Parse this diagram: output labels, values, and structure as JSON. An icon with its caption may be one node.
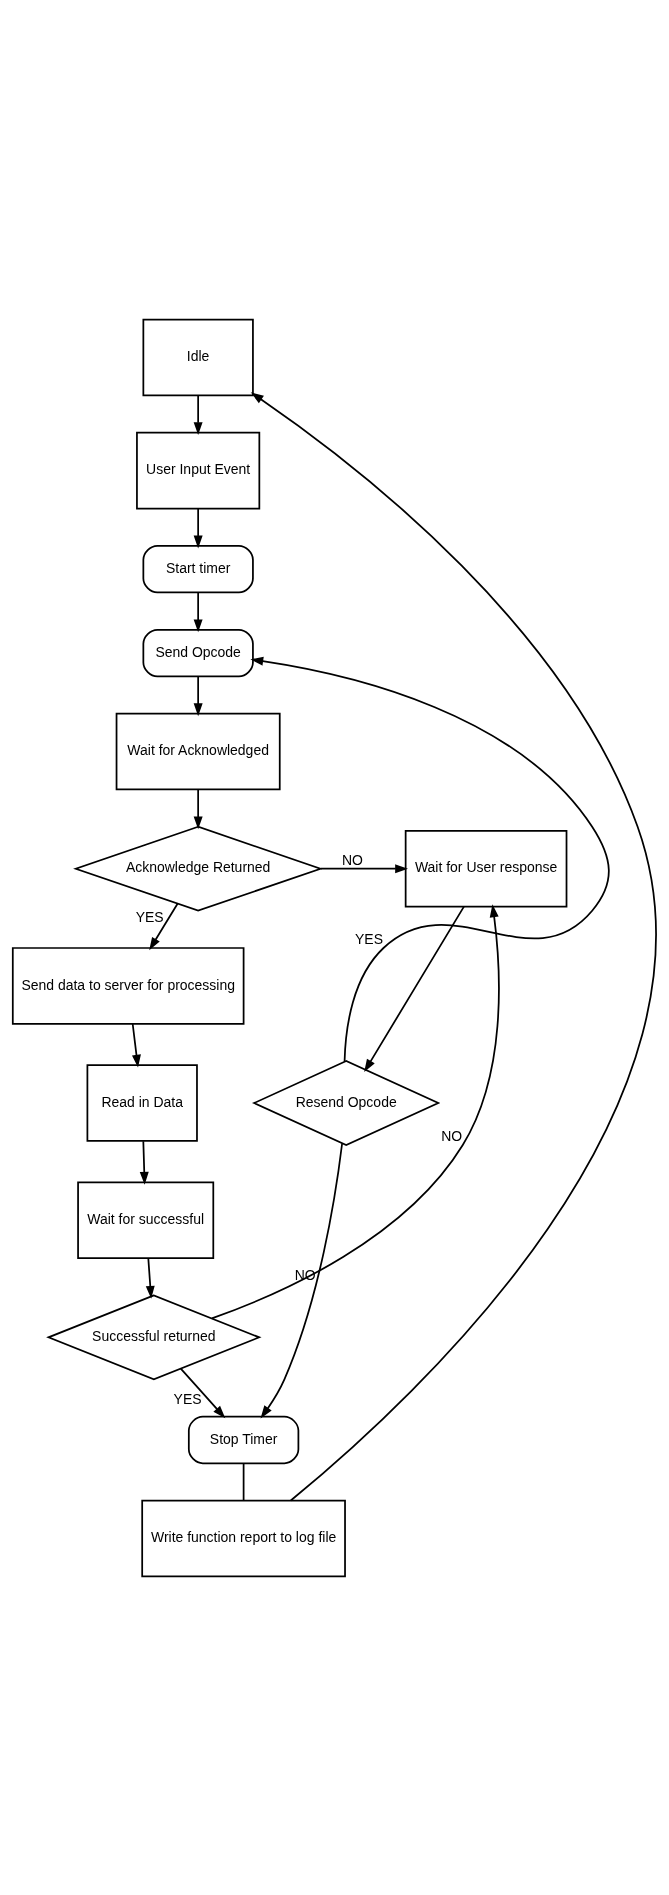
{
  "diagram": {
    "nodes": [
      {
        "text": [
          "Idle"
        ]
      },
      {
        "text": [
          "User Input Event"
        ]
      },
      {
        "text": [
          "Start timer"
        ]
      },
      {
        "text": [
          "Send Opcode"
        ]
      },
      {
        "text": [
          "Wait for Acknowledged"
        ]
      },
      {
        "text": [
          "Acknowledge Returned"
        ]
      },
      {
        "text": [
          "Wait for User response"
        ]
      },
      {
        "text": [
          "Resend Opcode"
        ]
      },
      {
        "text": [
          "Send data to server for processing"
        ]
      },
      {
        "text": [
          "Read in Data"
        ]
      },
      {
        "text": [
          "Wait for successful"
        ]
      },
      {
        "text": [
          "Successful returned"
        ]
      },
      {
        "text": [
          "Stop Timer"
        ]
      },
      {
        "text": [
          "Write function report to log file"
        ]
      }
    ],
    "edges": [
      {
        "from": 0,
        "to": 1,
        "arrow": "to"
      },
      {
        "from": 1,
        "to": 2,
        "arrow": "to"
      },
      {
        "from": 2,
        "to": 3,
        "arrow": "to"
      },
      {
        "from": 3,
        "to": 4,
        "arrow": "to"
      },
      {
        "from": 4,
        "to": 5,
        "arrow": "to"
      },
      {
        "from": 5,
        "to": 6,
        "arrow": "to",
        "label": "NO"
      },
      {
        "from": 5,
        "to": 8,
        "arrow": "to",
        "label": "YES"
      },
      {
        "from": 6,
        "to": 7,
        "arrow": "to"
      },
      {
        "from": 7,
        "to": 3,
        "arrow": "to",
        "label": "YES"
      },
      {
        "from": 7,
        "to": 12,
        "arrow": "to",
        "label": "NO"
      },
      {
        "from": 8,
        "to": 9,
        "arrow": "to"
      },
      {
        "from": 9,
        "to": 10,
        "arrow": "to"
      },
      {
        "from": 10,
        "to": 11,
        "arrow": "to"
      },
      {
        "from": 11,
        "to": 6,
        "arrow": "to",
        "label": "NO"
      },
      {
        "from": 11,
        "to": 12,
        "arrow": "to",
        "label": "YES"
      },
      {
        "from": 12,
        "to": 13,
        "arrow": "none"
      },
      {
        "from": 13,
        "to": 0,
        "arrow": "to"
      }
    ]
  }
}
